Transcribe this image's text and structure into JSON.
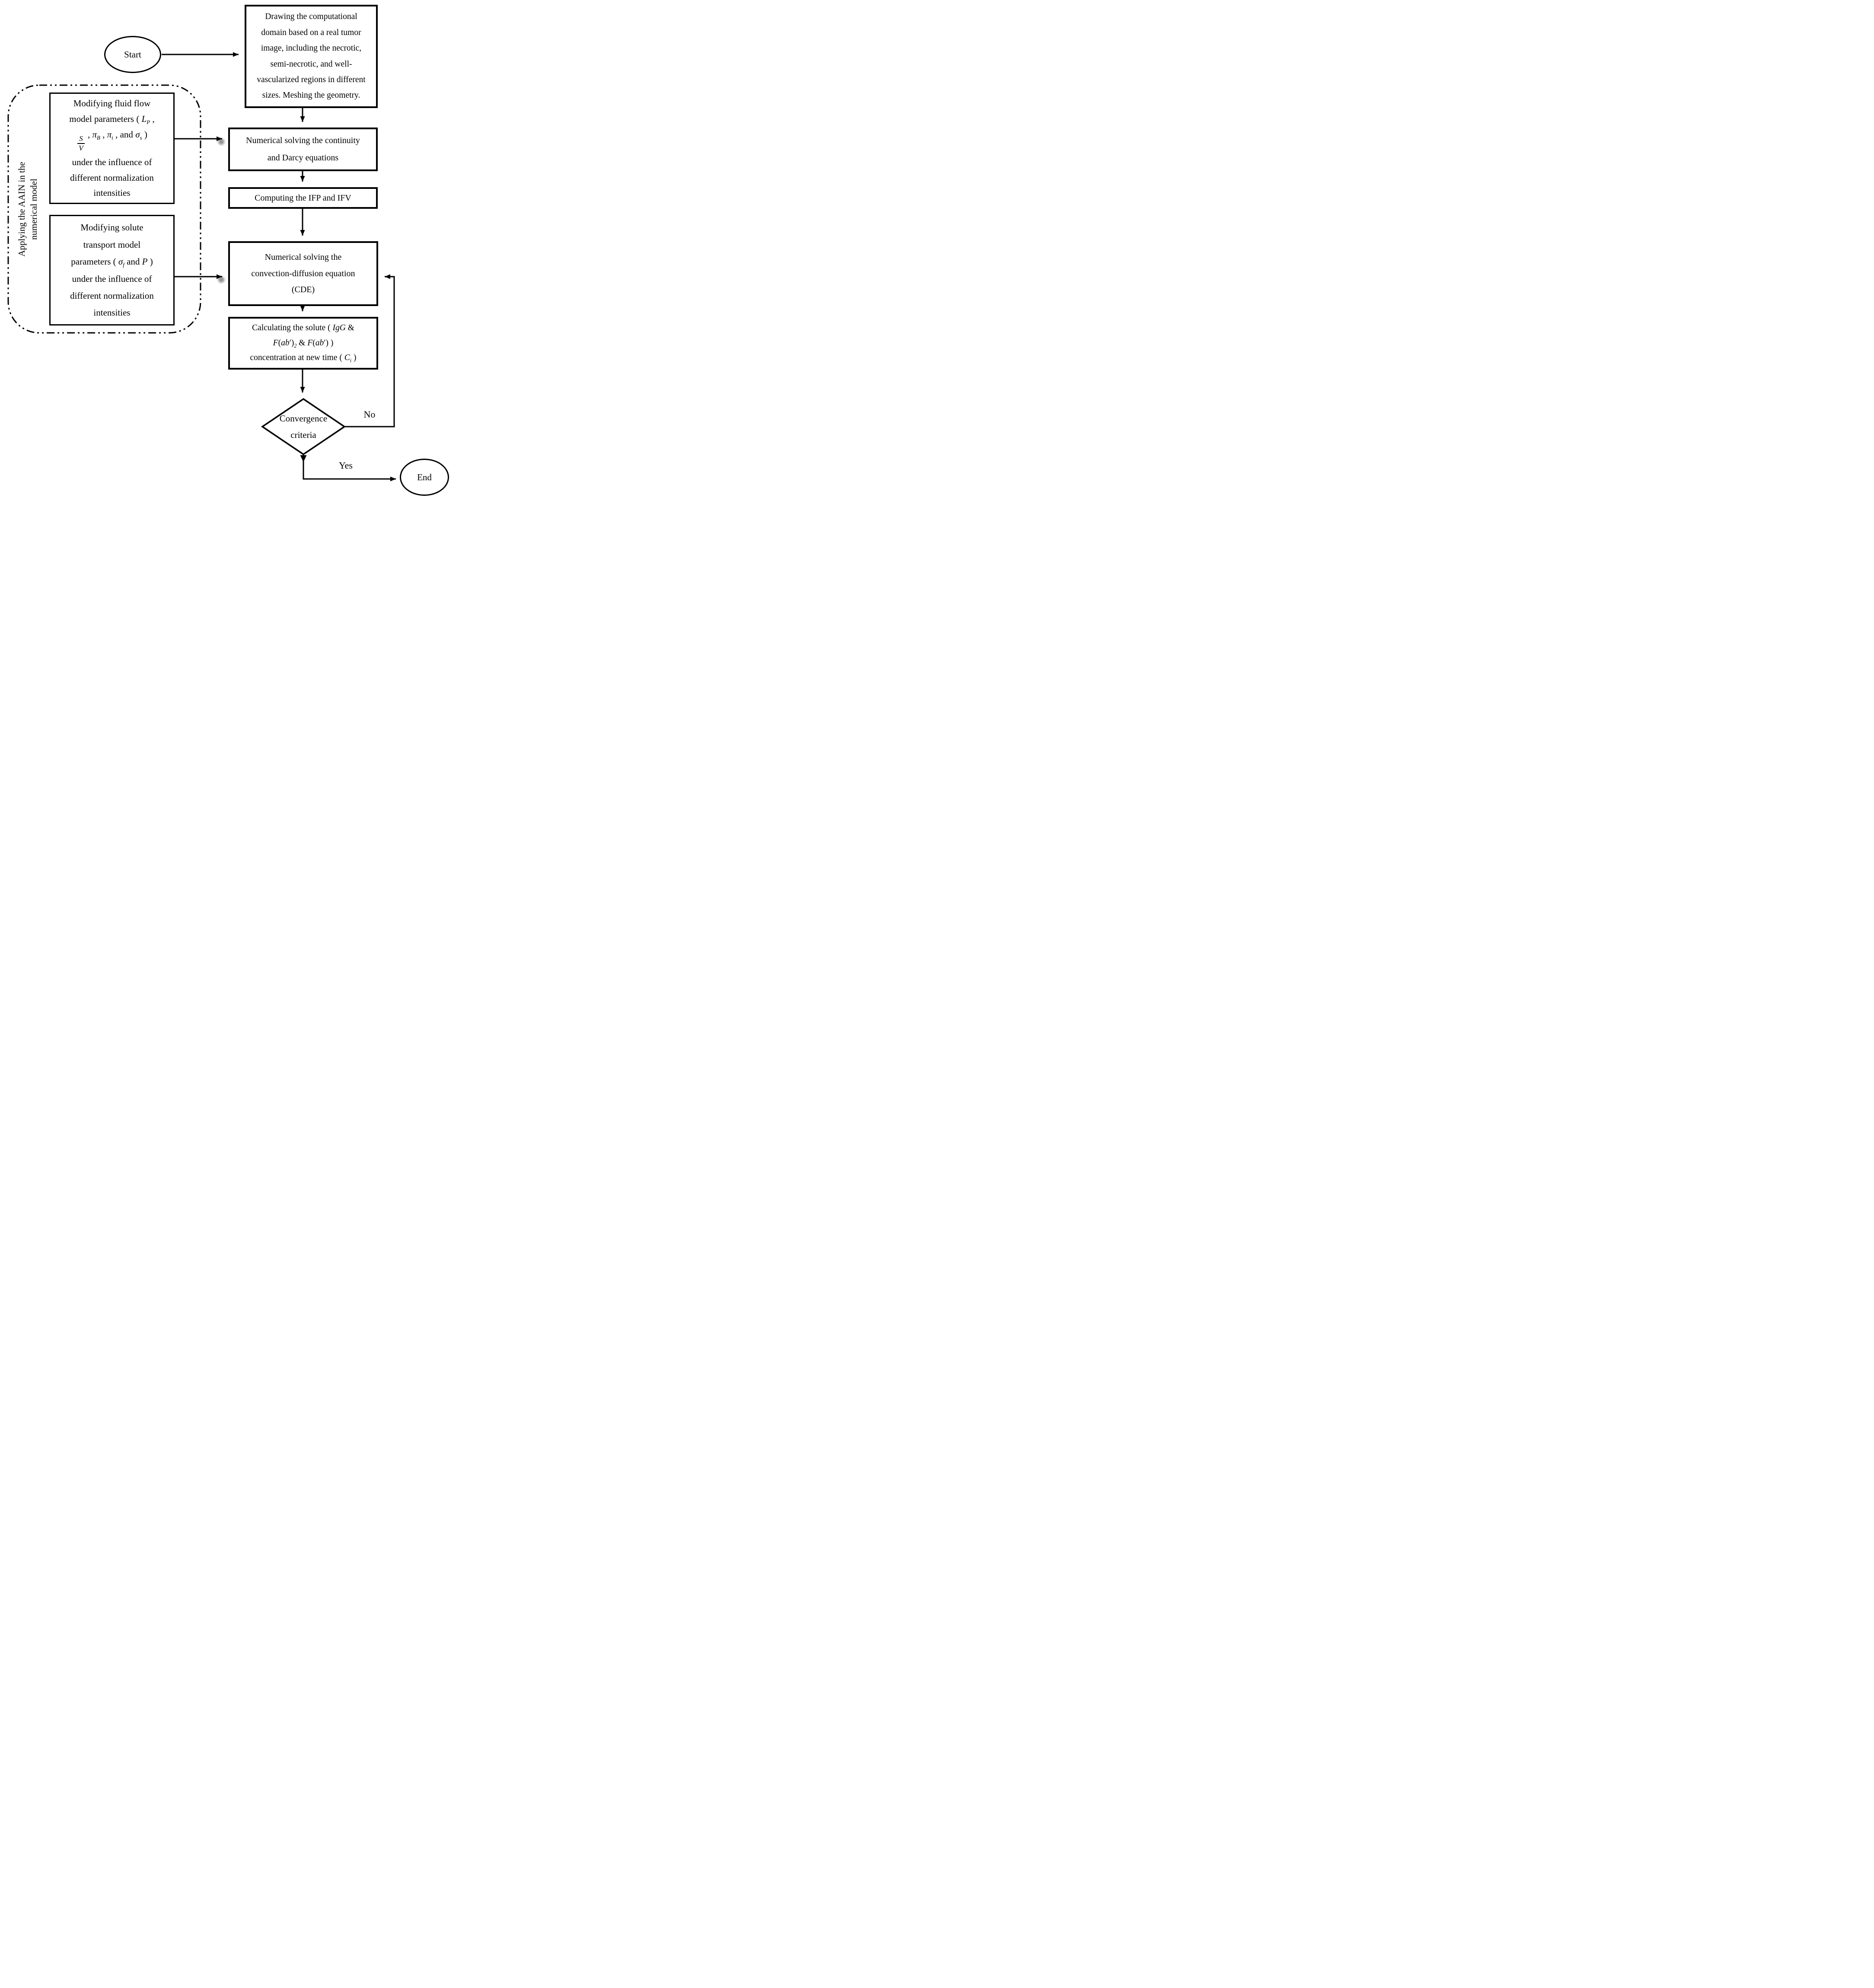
{
  "canvas": {
    "background": "#ffffff",
    "ink": "#000000",
    "shadow_gray": "#8d8d8d"
  },
  "nodes": {
    "start": {
      "label": "Start"
    },
    "top_box": {
      "lines": [
        "Drawing the computational",
        "domain based on a real tumor",
        "image, including the necrotic,",
        "semi-necrotic, and well-",
        "vascularized regions in different",
        "sizes. Meshing the geometry."
      ]
    },
    "continuity_box": {
      "lines": [
        "Numerical solving the continuity",
        "and Darcy equations"
      ]
    },
    "ifp_box": {
      "lines": [
        "Computing the IFP and IFV"
      ]
    },
    "cde_box": {
      "lines": [
        "Numerical solving the",
        "convection-diffusion equation",
        "(CDE)"
      ]
    },
    "calc_box": {
      "lines": [
        "Calculating the solute ( *IgG*  &",
        "*F*(*ab*′)~2~  &  *F*(*ab*′) )",
        "concentration at new time ( *C*~i~ )"
      ]
    },
    "diamond": {
      "lines": [
        "Convergence",
        "criteria"
      ]
    },
    "end": {
      "label": "End"
    }
  },
  "aain_panel": {
    "label_lines": [
      "Applying the AAIN in the",
      "numerical model"
    ],
    "fluid_box": {
      "lines": [
        "Modifying fluid flow",
        "model parameters ( *L*~P~ ,",
        "{frac:S/V} ,  *π*~B~ ,  *π*~i~ , and  *σ*~s~ )",
        "under the influence of",
        "different normalization",
        "intensities"
      ]
    },
    "solute_box": {
      "lines": [
        "Modifying solute",
        "transport model",
        "parameters ( *σ*~f~  and  *P* )",
        "under the influence of",
        "different normalization",
        "intensities"
      ]
    }
  },
  "edge_labels": {
    "no": "No",
    "yes": "Yes"
  }
}
